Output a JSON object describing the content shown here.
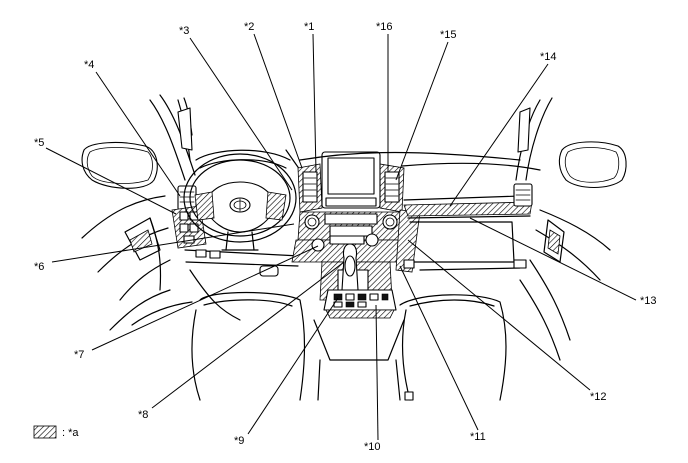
{
  "callouts": [
    {
      "id": "c1",
      "label": "*1"
    },
    {
      "id": "c2",
      "label": "*2"
    },
    {
      "id": "c3",
      "label": "*3"
    },
    {
      "id": "c4",
      "label": "*4"
    },
    {
      "id": "c5",
      "label": "*5"
    },
    {
      "id": "c6",
      "label": "*6"
    },
    {
      "id": "c7",
      "label": "*7"
    },
    {
      "id": "c8",
      "label": "*8"
    },
    {
      "id": "c9",
      "label": "*9"
    },
    {
      "id": "c10",
      "label": "*10"
    },
    {
      "id": "c11",
      "label": "*11"
    },
    {
      "id": "c12",
      "label": "*12"
    },
    {
      "id": "c13",
      "label": "*13"
    },
    {
      "id": "c14",
      "label": "*14"
    },
    {
      "id": "c15",
      "label": "*15"
    },
    {
      "id": "c16",
      "label": "*16"
    }
  ],
  "legend": {
    "text": ": *a"
  }
}
